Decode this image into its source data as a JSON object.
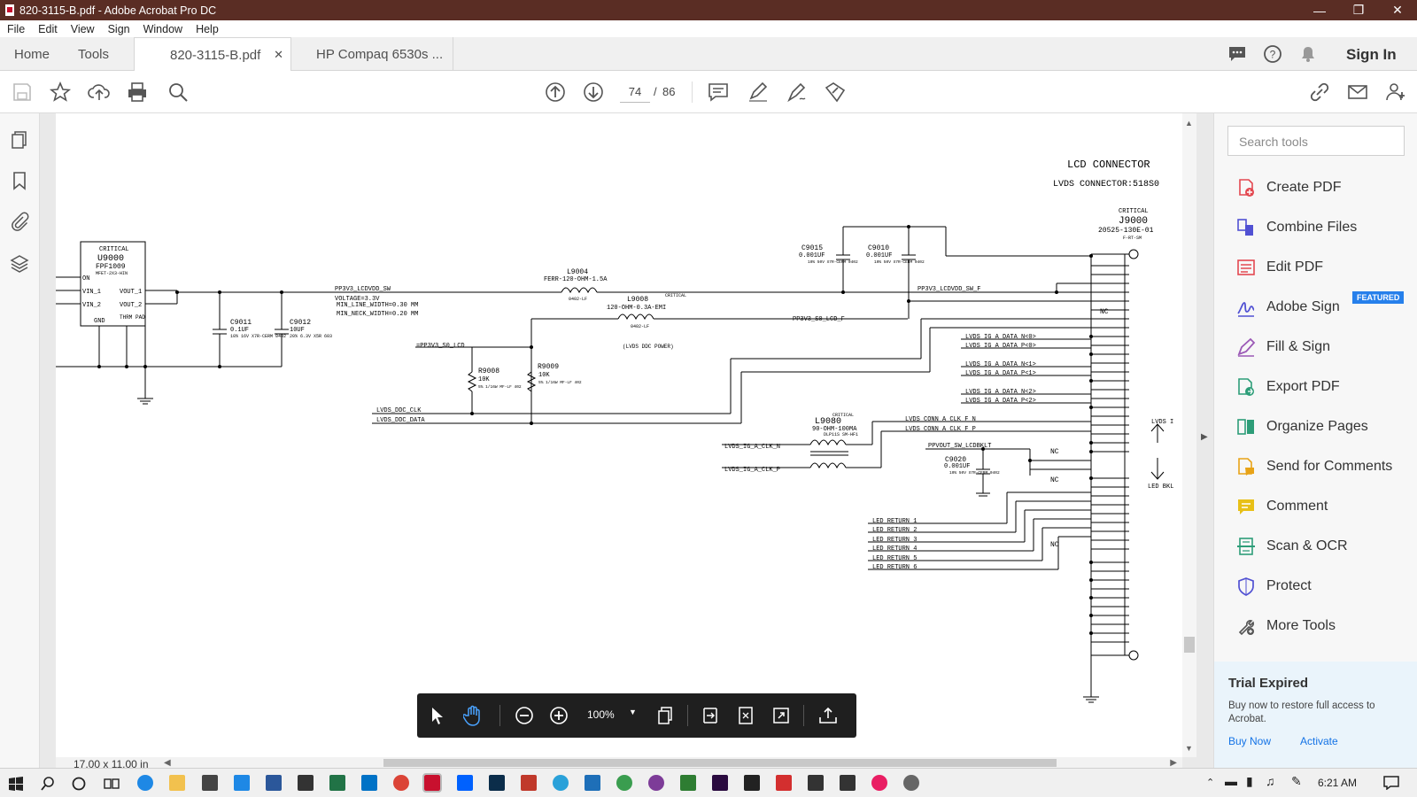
{
  "window": {
    "title": "820-3115-B.pdf - Adobe Acrobat Pro DC"
  },
  "menu": [
    "File",
    "Edit",
    "View",
    "Sign",
    "Window",
    "Help"
  ],
  "tabs": {
    "home": "Home",
    "tools": "Tools",
    "doc1": "820-3115-B.pdf",
    "doc2": "HP Compaq 6530s ..."
  },
  "header": {
    "sign_in": "Sign In"
  },
  "toolbar": {
    "page_current": "74",
    "page_sep": "/",
    "page_total": "86"
  },
  "float": {
    "zoom": "100%"
  },
  "status": {
    "size": "17.00 x 11.00 in"
  },
  "tools": {
    "search_placeholder": "Search tools",
    "items": [
      "Create PDF",
      "Combine Files",
      "Edit PDF",
      "Adobe Sign",
      "Fill & Sign",
      "Export PDF",
      "Organize Pages",
      "Send for Comments",
      "Comment",
      "Scan & OCR",
      "Protect",
      "More Tools"
    ],
    "featured": "FEATURED"
  },
  "trial": {
    "title": "Trial Expired",
    "body": "Buy now to restore full access to Acrobat.",
    "buy": "Buy Now",
    "activate": "Activate"
  },
  "taskbar": {
    "time": "6:21 AM"
  },
  "schematic": {
    "title": "LCD CONNECTOR",
    "subtitle": "LVDS CONNECTOR:518S0",
    "u9000": {
      "crit": "CRITICAL",
      "ref": "U9000",
      "part": "FPF1009",
      "pkg": "MFET-2X3-HIN",
      "vin1": "VIN_1",
      "vin2": "VIN_2",
      "on": "ON",
      "vout1": "VOUT_1",
      "vout2": "VOUT_2",
      "gnd": "GND",
      "thrm": "THRM PAD"
    },
    "j9000": {
      "crit": "CRITICAL",
      "ref": "J9000",
      "part": "20525-130E-01",
      "pkg": "F-RT-SM"
    },
    "c9011": {
      "ref": "C9011",
      "val": "0.1UF",
      "spec": "10% 16V X7R-CERM 0402"
    },
    "c9012": {
      "ref": "C9012",
      "val": "10UF",
      "spec": "20% 6.3V X5R 603"
    },
    "c9015": {
      "ref": "C9015",
      "val": "0.001UF",
      "spec": "10% 50V X7R-CERM 0402"
    },
    "c9010": {
      "ref": "C9010",
      "val": "0.001UF",
      "spec": "10% 50V X7R-CERM 0402"
    },
    "c9020": {
      "ref": "C9020",
      "val": "0.001UF",
      "spec": "10% 50V X7R-CERM 0402"
    },
    "l9004": {
      "ref": "L9004",
      "val": "FERR-120-OHM-1.5A",
      "pkg": "0402-LF"
    },
    "l9008": {
      "ref": "L9008",
      "val": "120-OHM-0.3A-EMI",
      "pkg": "0402-LF",
      "crit": "CRITICAL",
      "note": "(LVDS DDC POWER)"
    },
    "l9080": {
      "crit": "CRITICAL",
      "ref": "L9080",
      "val": "90-OHM-100MA",
      "pkg": "DLP11S SM-HF1"
    },
    "r9008": {
      "ref": "R9008",
      "val": "10K",
      "spec": "5% 1/16W MF-LF 402"
    },
    "r9009": {
      "ref": "R9009",
      "val": "10K",
      "spec": "5% 1/16W MF-LF 402"
    },
    "nets": {
      "pp3v3_sw": "PP3V3_LCDVDD_SW",
      "voltage": "VOLTAGE=3.3V",
      "min_line": "MIN_LINE_WIDTH=0.30 MM",
      "min_neck": "MIN_NECK_WIDTH=0.20 MM",
      "pp3v3_s0": "=PP3V3_S0_LCD",
      "pp3v3_s0f": "PP3V3_S0_LCD_F",
      "pp3v3_swf": "PP3V3_LCDVDD_SW_F",
      "ddc_clk": "LVDS_DDC_CLK",
      "ddc_data": "LVDS_DDC_DATA",
      "clk_n": "LVDS_IG_A_CLK_N",
      "clk_p": "LVDS_IG_A_CLK_P",
      "conn_clk_n": "LVDS_CONN_A_CLK_F_N",
      "conn_clk_p": "LVDS_CONN_A_CLK_F_P",
      "bklt": "PPVOUT_SW_LCDBKLT",
      "d0n": "LVDS_IG_A_DATA_N<0>",
      "d0p": "LVDS_IG_A_DATA_P<0>",
      "d1n": "LVDS_IG_A_DATA_N<1>",
      "d1p": "LVDS_IG_A_DATA_P<1>",
      "d2n": "LVDS_IG_A_DATA_N<2>",
      "d2p": "LVDS_IG_A_DATA_P<2>",
      "led1": "LED_RETURN_1",
      "led2": "LED_RETURN_2",
      "led3": "LED_RETURN_3",
      "led4": "LED_RETURN_4",
      "led5": "LED_RETURN_5",
      "led6": "LED_RETURN_6",
      "nc": "NC",
      "lvds_i": "LVDS I",
      "led_bkl": "LED BKL"
    }
  }
}
